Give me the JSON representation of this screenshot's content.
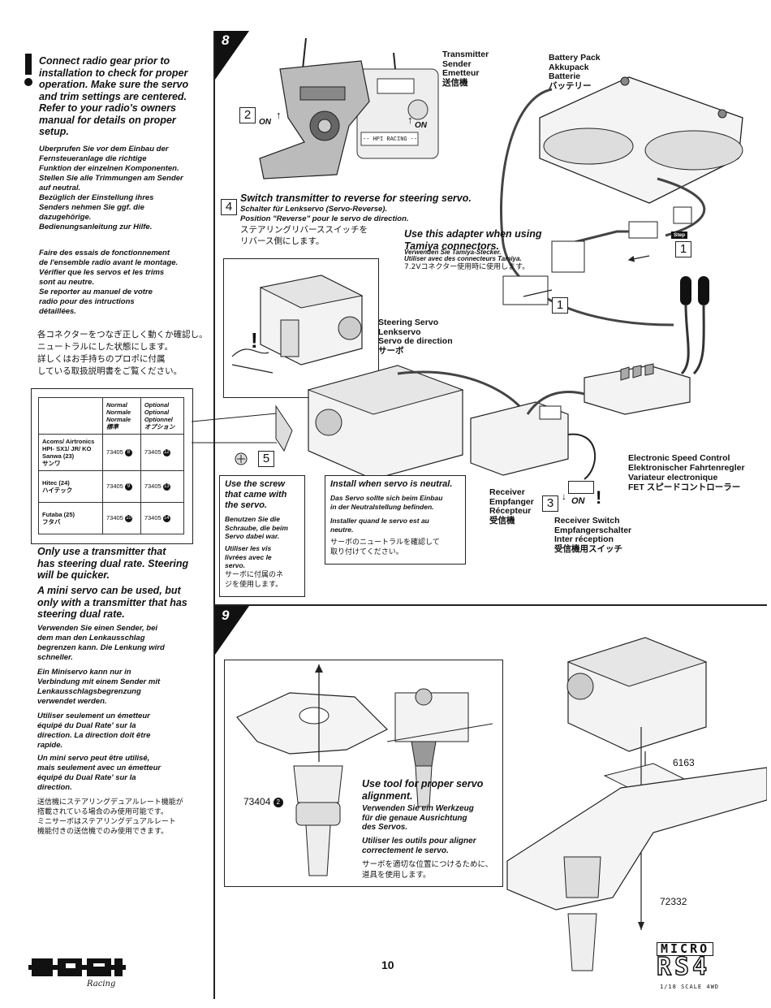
{
  "left": {
    "warning_en": "Connect radio gear prior to\ninstallation to check for proper\noperation.  Make sure the servo\nand trim settings are centered.\nRefer to your radio's owners\nmanual for details on proper\nsetup.",
    "warning_de": "Uberprufen Sie vor dem Einbau der\nFernsteueranlage die richtige\nFunktion der einzelnen Komponenten.\nStellen Sie alle Trimmungen am Sender\nauf neutral.\nBezüglich der Einstellung ihres\nSenders nehmen Sie ggf. die\ndazugehörige.\nBedienungsanleitung zur Hilfe.",
    "warning_fr": "Faire des essais de fonctionnement\nde l'ensemble radio avant le montage.\nVérifier que les servos et les trims\nsont au neutre.\nSe reporter au manuel de votre\nradio pour des intructions\ndétaillées.",
    "warning_jp": "各コネクターをつなぎ正しく動くか確認し。\nニュートラルにした状態にします。\n詳しくはお手持ちのプロポに付属\nしている取扱説明書をご覧ください。",
    "table": {
      "head_normal": "Normal\nNormale\nNormale\n標準",
      "head_optional": "Optional\nOptional\nOptionnel\nオプション",
      "rows": [
        {
          "brand": "Acoms/ Airtronics\nHPI- SX1/ JR/ KO\nSanwa (23)\nサンワ",
          "normal": "73405",
          "normal_no": "8",
          "optional": "73405",
          "optional_no": "12"
        },
        {
          "brand": "Hitec (24)\nハイテック",
          "normal": "73405",
          "normal_no": "9",
          "optional": "73405",
          "optional_no": "13"
        },
        {
          "brand": "Futaba (25)\nフタバ",
          "normal": "73405",
          "normal_no": "10",
          "optional": "73405",
          "optional_no": "14"
        }
      ]
    },
    "dual_rate_en": "Only use a transmitter that\nhas steering dual rate. Steering\nwill be quicker.",
    "mini_servo_en": "A mini servo can be used, but\nonly with a transmitter that has\nsteering dual rate.",
    "dual_rate_de": "Verwenden Sie einen Sender, bei\ndem man den Lenkausschlag\nbegrenzen kann. Die Lenkung wird\nschneller.",
    "mini_servo_de": "Ein Miniservo kann nur in\nVerbindung mit einem Sender mit\nLenkausschlagsbegrenzung\nverwendet werden.",
    "dual_rate_fr": "Utiliser seulement un émetteur\néquipé du Dual Rate' sur la\ndirection. La direction doit être\nrapide.",
    "mini_servo_fr": "Un mini servo peut être utilisé,\nmais seulement avec un émetteur\néquipé du Dual Rate' sur la\ndirection.",
    "dual_rate_jp": "送信機にステアリングデュアルレート機能が\n搭載されている場合のみ使用可能です。\nミニサーボはステアリングデュアルレート\n機能付きの送信機でのみ使用できます。",
    "logo_text": "HPI RACING"
  },
  "step8": {
    "number": "8",
    "transmitter": "Transmitter\nSender\nEmetteur\n送信機",
    "battery": "Battery Pack\nAkkupack\nBatterie\nバッテリー",
    "tx_screen": "-- HPI RACING --",
    "step2": "2",
    "on2": "ON",
    "on2b": "ON",
    "step4": "4",
    "reverse_en": "Switch transmitter to reverse for steering servo.",
    "reverse_de": "Schalter für Lenkservo (Servo-Reverse).",
    "reverse_fr": "Position \"Reverse\" pour le servo de direction.",
    "reverse_jp": "ステアリングリバーススイッチを\nリバース側にします。",
    "adapter_en": "Use this adapter when using\nTamiya connectors.",
    "adapter_de": "Verwenden Sie Tamiya-Stecker.",
    "adapter_fr": "Utiliser avec des connecteurs Tamiya.",
    "adapter_jp": "7.2Vコネクター使用時に使用します。",
    "step_word": "Step",
    "step1a": "1",
    "step1b": "1",
    "steering_servo": "Steering Servo\nLenkservo\nServo de direction\nサーボ",
    "step5": "5",
    "screw_en": "Use the screw\nthat came with\nthe servo.",
    "screw_de": "Benutzen Sie die\nSchraube, die beim\nServo dabei war.",
    "screw_fr": "Utiliser les vis\nlivrées avec le\nservo.",
    "screw_jp": "サーボに付属のネ\nジを使用します。",
    "neutral_en": "Install when servo is neutral.",
    "neutral_de": "Das Servo sollte sich beim Einbau\nin der Neutralstellung befinden.",
    "neutral_fr": "Installer quand le servo est au\nneutre.",
    "neutral_jp": "サーボのニュートラルを確認して\n取り付けてください。",
    "receiver": "Receiver\nEmpfanger\nRécepteur\n受信機",
    "step3": "3",
    "on3": "ON",
    "receiver_switch": "Receiver Switch\nEmpfangerschalter\nInter réception\n受信機用スイッチ",
    "esc": "Electronic Speed Control\nElektronischer Fahrtenregler\nVariateur electronique\nFET スピードコントローラー"
  },
  "step9": {
    "number": "9",
    "part_73404": "73404",
    "part_73404_no": "2",
    "tool_en": "Use tool for proper servo\nalignment.",
    "tool_de": "Verwenden Sie ein Werkzeug\nfür die genaue Ausrichtung\ndes Servos.",
    "tool_fr": "Utiliser les outils pour aligner\ncorrectement le servo.",
    "tool_jp": "サーボを適切な位置につけるために、\n道具を使用します。",
    "part_6163": "6163",
    "part_72332": "72332"
  },
  "footer": {
    "page": "10",
    "brand_top": "MICRO",
    "brand_main": "RS4",
    "brand_sub": "1/18 SCALE 4WD"
  }
}
